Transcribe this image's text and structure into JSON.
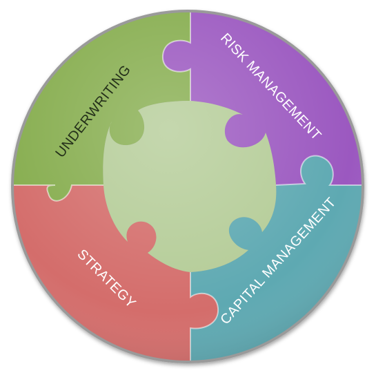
{
  "segments": [
    {
      "key": "underwriting",
      "label": "UNDERWRITING",
      "color": "#86ad4e",
      "text_color": "#24301a"
    },
    {
      "key": "risk",
      "label": "RISK MANAGEMENT",
      "color": "#9b58c0",
      "text_color": "#ffffff"
    },
    {
      "key": "capital",
      "label": "CAPITAL MANAGEMENT",
      "color": "#5ea9b2",
      "text_color": "#ffffff"
    },
    {
      "key": "strategy",
      "label": "STRATEGY",
      "color": "#d46d6b",
      "text_color": "#ffffff"
    }
  ],
  "center": {
    "color": "#b4cc97"
  },
  "rim_color": "#9a9a9a",
  "background": "#ffffff"
}
